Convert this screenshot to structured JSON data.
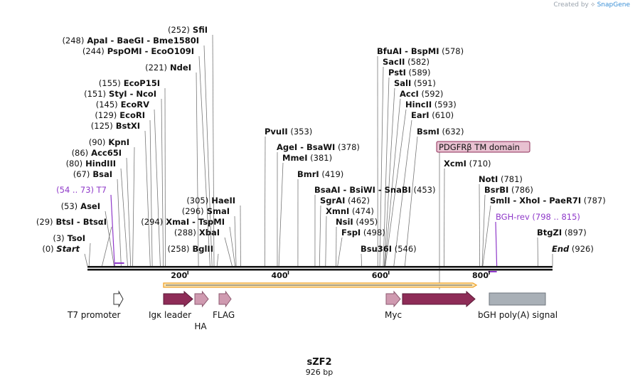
{
  "credit": {
    "prefix": "Created by",
    "brand": "SnapGene"
  },
  "plasmid": {
    "name": "sZF2",
    "size_label": "926 bp",
    "length": 926
  },
  "axis_ticks": [
    "200",
    "400",
    "600",
    "800"
  ],
  "sites": [
    {
      "id": "start",
      "parts": [
        {
          "t": "(0)",
          "s": "pos"
        },
        {
          "t": "  ",
          "s": "pos"
        },
        {
          "t": "Start",
          "s": "it"
        }
      ],
      "cut": 0
    },
    {
      "id": "tsoi",
      "parts": [
        {
          "t": "(3)",
          "s": "pos"
        },
        {
          "t": "  TsoI",
          "s": "nm"
        }
      ],
      "cut": 3
    },
    {
      "id": "btsi",
      "parts": [
        {
          "t": "(29)",
          "s": "pos"
        },
        {
          "t": "  BtsI - BtsαI",
          "s": "nm"
        }
      ],
      "cut": 29
    },
    {
      "id": "asei",
      "parts": [
        {
          "t": "(53)",
          "s": "pos"
        },
        {
          "t": "  AseI",
          "s": "nm"
        }
      ],
      "cut": 53
    },
    {
      "id": "t7",
      "parts": [
        {
          "t": "(54 .. 73)  T7",
          "s": "primer"
        }
      ],
      "cut": 54,
      "primer": true
    },
    {
      "id": "bsai",
      "parts": [
        {
          "t": "(67)",
          "s": "pos"
        },
        {
          "t": "  BsaI",
          "s": "nm"
        }
      ],
      "cut": 67
    },
    {
      "id": "hindiii",
      "parts": [
        {
          "t": "(80)",
          "s": "pos"
        },
        {
          "t": "  HindIII",
          "s": "nm"
        }
      ],
      "cut": 80
    },
    {
      "id": "acc65i",
      "parts": [
        {
          "t": "(86)",
          "s": "pos"
        },
        {
          "t": "  Acc65I",
          "s": "nm"
        }
      ],
      "cut": 86
    },
    {
      "id": "kpni",
      "parts": [
        {
          "t": "(90)",
          "s": "pos"
        },
        {
          "t": "  KpnI",
          "s": "nm"
        }
      ],
      "cut": 90
    },
    {
      "id": "bstxi",
      "parts": [
        {
          "t": "(125)",
          "s": "pos"
        },
        {
          "t": "  BstXI",
          "s": "nm"
        }
      ],
      "cut": 125
    },
    {
      "id": "ecori",
      "parts": [
        {
          "t": "(129)",
          "s": "pos"
        },
        {
          "t": "  EcoRI",
          "s": "nm"
        }
      ],
      "cut": 129
    },
    {
      "id": "ecorv",
      "parts": [
        {
          "t": "(145)",
          "s": "pos"
        },
        {
          "t": "  EcoRV",
          "s": "nm"
        }
      ],
      "cut": 145
    },
    {
      "id": "styi",
      "parts": [
        {
          "t": "(151)",
          "s": "pos"
        },
        {
          "t": "  StyI - NcoI",
          "s": "nm"
        }
      ],
      "cut": 151
    },
    {
      "id": "ecop15i",
      "parts": [
        {
          "t": "(155)",
          "s": "pos"
        },
        {
          "t": "  EcoP15I",
          "s": "nm"
        }
      ],
      "cut": 155
    },
    {
      "id": "ndei",
      "parts": [
        {
          "t": "(221)",
          "s": "pos"
        },
        {
          "t": "  NdeI",
          "s": "nm"
        }
      ],
      "cut": 221
    },
    {
      "id": "pspomi",
      "parts": [
        {
          "t": "(244)",
          "s": "pos"
        },
        {
          "t": "  PspOMI - EcoO109I",
          "s": "nm"
        }
      ],
      "cut": 244
    },
    {
      "id": "apai",
      "parts": [
        {
          "t": "(248)",
          "s": "pos"
        },
        {
          "t": "  ApaI - BaeGI - Bme1580I",
          "s": "nm"
        }
      ],
      "cut": 248
    },
    {
      "id": "sfii",
      "parts": [
        {
          "t": "(252)",
          "s": "pos"
        },
        {
          "t": "  SfiI",
          "s": "nm"
        }
      ],
      "cut": 252
    },
    {
      "id": "bglii",
      "parts": [
        {
          "t": "(258)",
          "s": "pos"
        },
        {
          "t": "  BglII",
          "s": "nm"
        }
      ],
      "cut": 258
    },
    {
      "id": "xbai",
      "parts": [
        {
          "t": "(288)",
          "s": "pos"
        },
        {
          "t": "  XbaI",
          "s": "nm"
        }
      ],
      "cut": 288
    },
    {
      "id": "xmai",
      "parts": [
        {
          "t": "(294)",
          "s": "pos"
        },
        {
          "t": "  XmaI - TspMI",
          "s": "nm"
        }
      ],
      "cut": 294
    },
    {
      "id": "smai",
      "parts": [
        {
          "t": "(296)",
          "s": "pos"
        },
        {
          "t": "  SmaI",
          "s": "nm"
        }
      ],
      "cut": 296
    },
    {
      "id": "haeii",
      "parts": [
        {
          "t": "(305)",
          "s": "pos"
        },
        {
          "t": "  HaeII",
          "s": "nm"
        }
      ],
      "cut": 305
    },
    {
      "id": "pvuii",
      "parts": [
        {
          "t": "PvuII",
          "s": "nm"
        },
        {
          "t": "  (353)",
          "s": "pos"
        }
      ],
      "cut": 353
    },
    {
      "id": "agei",
      "parts": [
        {
          "t": "AgeI - BsaWI",
          "s": "nm"
        },
        {
          "t": "  (378)",
          "s": "pos"
        }
      ],
      "cut": 378
    },
    {
      "id": "mmei",
      "parts": [
        {
          "t": "MmeI",
          "s": "nm"
        },
        {
          "t": "  (381)",
          "s": "pos"
        }
      ],
      "cut": 381
    },
    {
      "id": "bmri",
      "parts": [
        {
          "t": "BmrI",
          "s": "nm"
        },
        {
          "t": "  (419)",
          "s": "pos"
        }
      ],
      "cut": 419
    },
    {
      "id": "bsaai",
      "parts": [
        {
          "t": "BsaAI - BsiWI - SnaBI",
          "s": "nm"
        },
        {
          "t": "  (453)",
          "s": "pos"
        }
      ],
      "cut": 453
    },
    {
      "id": "sgrai",
      "parts": [
        {
          "t": "SgrAI",
          "s": "nm"
        },
        {
          "t": "  (462)",
          "s": "pos"
        }
      ],
      "cut": 462
    },
    {
      "id": "xmni",
      "parts": [
        {
          "t": "XmnI",
          "s": "nm"
        },
        {
          "t": "  (474)",
          "s": "pos"
        }
      ],
      "cut": 474
    },
    {
      "id": "nsii",
      "parts": [
        {
          "t": "NsiI",
          "s": "nm"
        },
        {
          "t": "  (495)",
          "s": "pos"
        }
      ],
      "cut": 495
    },
    {
      "id": "fspi",
      "parts": [
        {
          "t": "FspI",
          "s": "nm"
        },
        {
          "t": "  (498)",
          "s": "pos"
        }
      ],
      "cut": 498
    },
    {
      "id": "bsu36i",
      "parts": [
        {
          "t": "Bsu36I",
          "s": "nm"
        },
        {
          "t": "  (546)",
          "s": "pos"
        }
      ],
      "cut": 546
    },
    {
      "id": "bfuai",
      "parts": [
        {
          "t": "BfuAI - BspMI",
          "s": "nm"
        },
        {
          "t": "  (578)",
          "s": "pos"
        }
      ],
      "cut": 578
    },
    {
      "id": "sacii",
      "parts": [
        {
          "t": "SacII",
          "s": "nm"
        },
        {
          "t": "  (582)",
          "s": "pos"
        }
      ],
      "cut": 582
    },
    {
      "id": "psti",
      "parts": [
        {
          "t": "PstI",
          "s": "nm"
        },
        {
          "t": "  (589)",
          "s": "pos"
        }
      ],
      "cut": 589
    },
    {
      "id": "sali",
      "parts": [
        {
          "t": "SalI",
          "s": "nm"
        },
        {
          "t": "  (591)",
          "s": "pos"
        }
      ],
      "cut": 591
    },
    {
      "id": "acci",
      "parts": [
        {
          "t": "AccI",
          "s": "nm"
        },
        {
          "t": "  (592)",
          "s": "pos"
        }
      ],
      "cut": 592
    },
    {
      "id": "hincii",
      "parts": [
        {
          "t": "HincII",
          "s": "nm"
        },
        {
          "t": "  (593)",
          "s": "pos"
        }
      ],
      "cut": 593
    },
    {
      "id": "eari",
      "parts": [
        {
          "t": "EarI",
          "s": "nm"
        },
        {
          "t": "  (610)",
          "s": "pos"
        }
      ],
      "cut": 610
    },
    {
      "id": "bsmi",
      "parts": [
        {
          "t": "BsmI",
          "s": "nm"
        },
        {
          "t": "  (632)",
          "s": "pos"
        }
      ],
      "cut": 632
    },
    {
      "id": "xcmi",
      "parts": [
        {
          "t": "XcmI",
          "s": "nm"
        },
        {
          "t": "  (710)",
          "s": "pos"
        }
      ],
      "cut": 710
    },
    {
      "id": "noti",
      "parts": [
        {
          "t": "NotI",
          "s": "nm"
        },
        {
          "t": "  (781)",
          "s": "pos"
        }
      ],
      "cut": 781
    },
    {
      "id": "bsrbi",
      "parts": [
        {
          "t": "BsrBI",
          "s": "nm"
        },
        {
          "t": "  (786)",
          "s": "pos"
        }
      ],
      "cut": 786
    },
    {
      "id": "smli",
      "parts": [
        {
          "t": "SmlI - XhoI - PaeR7I",
          "s": "nm"
        },
        {
          "t": "  (787)",
          "s": "pos"
        }
      ],
      "cut": 787
    },
    {
      "id": "bghrev",
      "parts": [
        {
          "t": "BGH-rev   (798 .. 815)",
          "s": "primer"
        }
      ],
      "cut": 815,
      "primer": true
    },
    {
      "id": "btgzi",
      "parts": [
        {
          "t": "BtgZI",
          "s": "nm"
        },
        {
          "t": "  (897)",
          "s": "pos"
        }
      ],
      "cut": 897
    },
    {
      "id": "end",
      "parts": [
        {
          "t": "End",
          "s": "it"
        },
        {
          "t": "  (926)",
          "s": "pos"
        }
      ],
      "cut": 926
    }
  ],
  "callout": {
    "label": "PDGFRβ TM domain",
    "cut": 697
  },
  "features": [
    {
      "name": "T7 promoter",
      "start": 54,
      "end": 73,
      "color": "#ffffff",
      "stroke": "#333333"
    },
    {
      "name": "Igκ leader",
      "start": 152,
      "end": 210,
      "color": "#8e2c57",
      "stroke": "#5a1a37"
    },
    {
      "name": "HA",
      "start": 217,
      "end": 245,
      "color": "#cf9ab0",
      "stroke": "#8e5a70"
    },
    {
      "name": "FLAG",
      "start": 258,
      "end": 282,
      "color": "#cf9ab0",
      "stroke": "#8e5a70"
    },
    {
      "name": "Myc",
      "start": 591,
      "end": 621,
      "color": "#cf9ab0",
      "stroke": "#8e5a70"
    },
    {
      "name": "PDGFRβ TM domain",
      "start": 624,
      "end": 775,
      "color": "#8e2c57",
      "stroke": "#5a1a37"
    },
    {
      "name": "bGH poly(A) signal",
      "start": 799,
      "end": 911,
      "color": "#a9b0b7",
      "stroke": "#6f767d"
    }
  ],
  "colors": {
    "primer": "#8f39c9",
    "orf": "#f0a22a",
    "callout_fill": "#e8c1d1",
    "callout_stroke": "#8e2c57"
  }
}
